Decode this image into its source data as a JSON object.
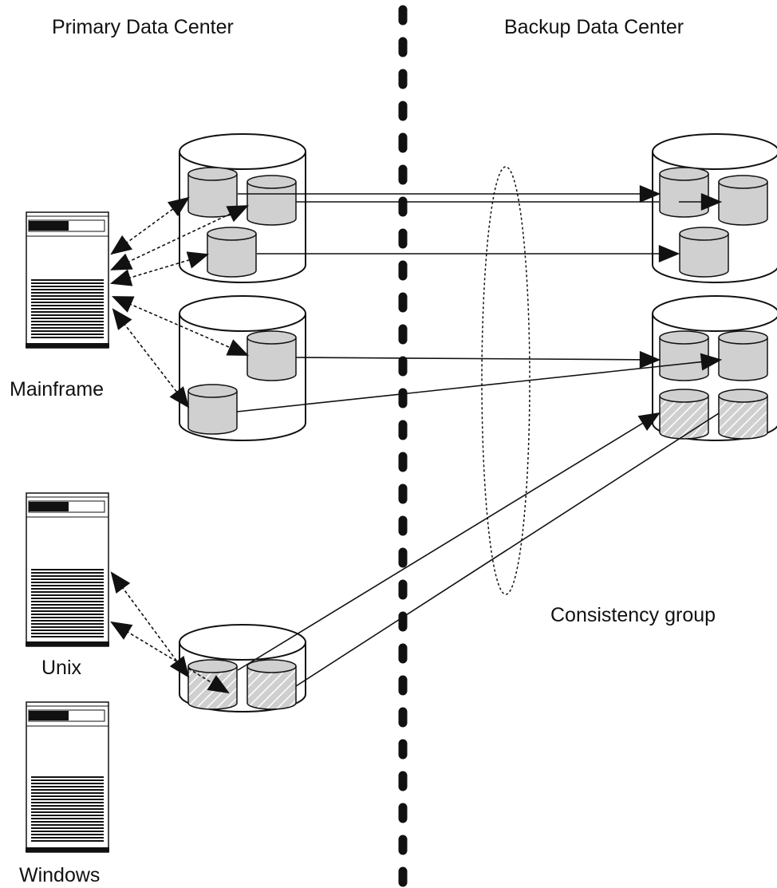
{
  "labels": {
    "primary": "Primary Data Center",
    "backup": "Backup Data Center",
    "mainframe": "Mainframe",
    "unix": "Unix",
    "windows": "Windows",
    "consistency": "Consistency group"
  },
  "colors": {
    "line": "#111111",
    "disk_fill": "#d0d0d0",
    "background": "#ffffff"
  }
}
